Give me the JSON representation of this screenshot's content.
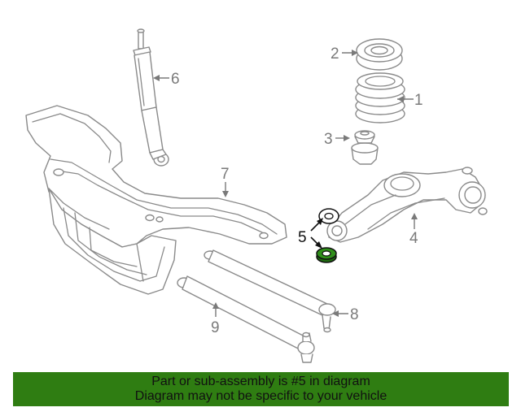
{
  "callouts": {
    "c1": "1",
    "c2": "2",
    "c3": "3",
    "c4": "4",
    "c5": "5",
    "c6": "6",
    "c7": "7",
    "c8": "8",
    "c9": "9"
  },
  "highlight": {
    "part_number": "5",
    "color": "#2f8f1a"
  },
  "banner": {
    "line1": "Part or sub-assembly is #5 in diagram",
    "line2": "Diagram may not be specific to your vehicle",
    "color": "#2f7d12"
  }
}
